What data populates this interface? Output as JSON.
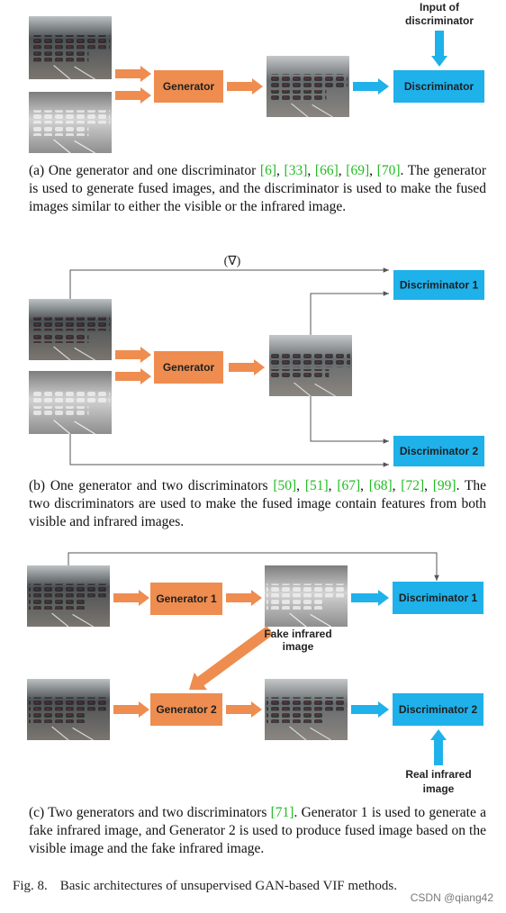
{
  "colors": {
    "generator": "#ee8d4f",
    "discriminator": "#1fb1ea",
    "reference": "#22bb22",
    "line": "#555555"
  },
  "panel_a": {
    "generator": "Generator",
    "discriminator": "Discriminator",
    "input_note": [
      "Input of",
      "discriminator"
    ],
    "caption": {
      "text_before": "(a) One generator and one discriminator ",
      "refs": [
        "[6]",
        "[33]",
        "[66]",
        "[69]",
        "[70]"
      ],
      "text_after": ". The generator is used to generate fused images, and the discriminator is used to make the fused images similar to either the visible or the infrared image."
    }
  },
  "panel_b": {
    "generator": "Generator",
    "discriminator_1": "Discriminator 1",
    "discriminator_2": "Discriminator 2",
    "gradient_label": "(∇)",
    "caption": {
      "text_before": "(b) One generator and two discriminators ",
      "refs": [
        "[50]",
        "[51]",
        "[67]",
        "[68]",
        "[72]",
        "[99]"
      ],
      "text_after": ". The two discriminators are used to make the fused image contain features from both visible and infrared images."
    }
  },
  "panel_c": {
    "generator_1": "Generator 1",
    "generator_2": "Generator 2",
    "discriminator_1": "Discriminator 1",
    "discriminator_2": "Discriminator 2",
    "fake_note": [
      "Fake infrared",
      "image"
    ],
    "real_note": [
      "Real infrared",
      "image"
    ],
    "caption": {
      "text_before": "(c) Two generators and two discriminators ",
      "refs": [
        "[71]"
      ],
      "text_after": ". Generator 1 is used to generate a fake infrared image, and Generator 2 is used to produce fused image based on the visible image and the fake infrared image."
    }
  },
  "figure_caption": {
    "number": "Fig. 8.",
    "text": "Basic architectures of unsupervised GAN-based VIF methods."
  },
  "watermark": "CSDN @qiang42"
}
